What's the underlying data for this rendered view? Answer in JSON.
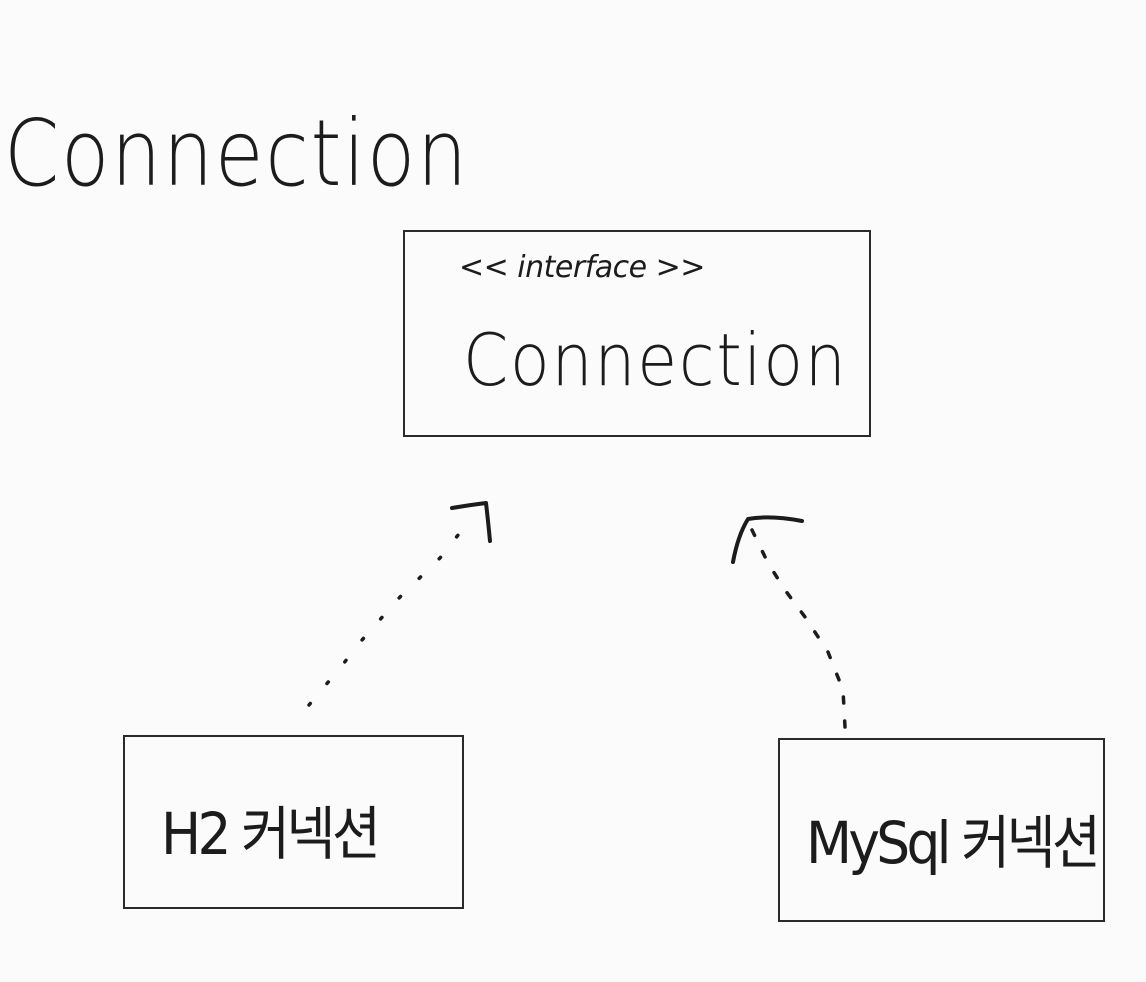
{
  "title": "Connection",
  "interface": {
    "stereotype": "<< interface >>",
    "name": "Connection"
  },
  "implementations": [
    {
      "label": "H2 커넥션"
    },
    {
      "label": "MySql 커넥션"
    }
  ]
}
